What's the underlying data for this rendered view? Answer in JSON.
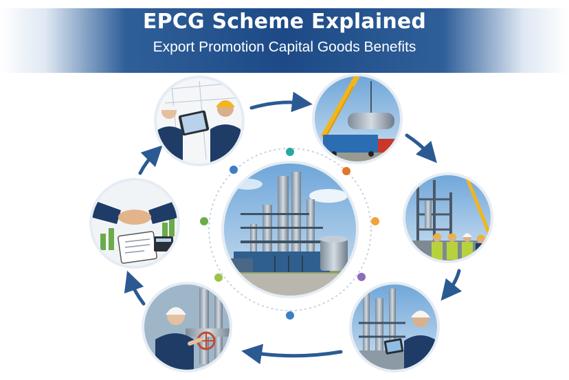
{
  "banner": {
    "title": "EPCG Scheme Explained",
    "subtitle": "Export Promotion Capital Goods Benefits"
  },
  "colors": {
    "banner_blue": "#1d4a86",
    "arrow_blue": "#2b5a93",
    "dot_teal": "#27a9a3",
    "dot_blue": "#3c7fc4",
    "dot_orange": "#e2762b",
    "dot_gold": "#f1a23a",
    "dot_green": "#6bab4a",
    "dot_purple": "#8c6bb8",
    "dot_lime": "#9cc34a"
  },
  "steps": [
    {
      "id": "planning",
      "icon": "engineers-tablet-icon"
    },
    {
      "id": "import",
      "icon": "crane-lifting-icon"
    },
    {
      "id": "installation",
      "icon": "workers-construction-icon"
    },
    {
      "id": "operation",
      "icon": "engineer-tablet-plant-icon"
    },
    {
      "id": "maintenance",
      "icon": "engineer-valve-icon"
    },
    {
      "id": "agreement",
      "icon": "handshake-documents-icon"
    }
  ]
}
